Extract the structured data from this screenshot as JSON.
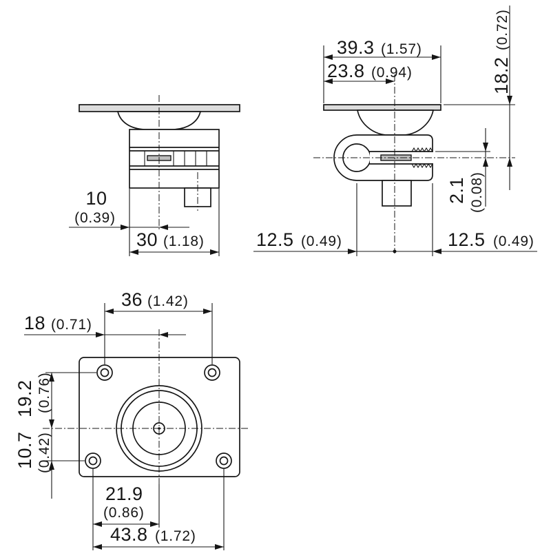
{
  "dimensions": {
    "front_block_edge_to_axis": {
      "mm": "10",
      "in": "(0.39)"
    },
    "front_block_width": {
      "mm": "30",
      "in": "(1.18)"
    },
    "side_plate_length": {
      "mm": "39.3",
      "in": "(1.57)"
    },
    "side_plate_edge_to_axis": {
      "mm": "23.8",
      "in": "(0.94)"
    },
    "side_plate_top_to_axis": {
      "mm": "18.2",
      "in": "(0.72)"
    },
    "side_slot_offset": {
      "mm": "2.1",
      "in": "(0.08)"
    },
    "side_left_to_axis": {
      "mm": "12.5",
      "in": "(0.49)"
    },
    "side_right_to_axis": {
      "mm": "12.5",
      "in": "(0.49)"
    },
    "top_upper_hole_spacing": {
      "mm": "36",
      "in": "(1.42)"
    },
    "top_upper_hole_to_axis": {
      "mm": "18",
      "in": "(0.71)"
    },
    "top_upper_hole_height": {
      "mm": "19.2",
      "in": "(0.76)"
    },
    "top_lower_hole_height": {
      "mm": "10.7",
      "in": "(0.42)"
    },
    "top_lower_hole_to_axis": {
      "mm": "21.9",
      "in": "(0.86)"
    },
    "top_lower_hole_spacing": {
      "mm": "43.8",
      "in": "(1.72)"
    }
  }
}
